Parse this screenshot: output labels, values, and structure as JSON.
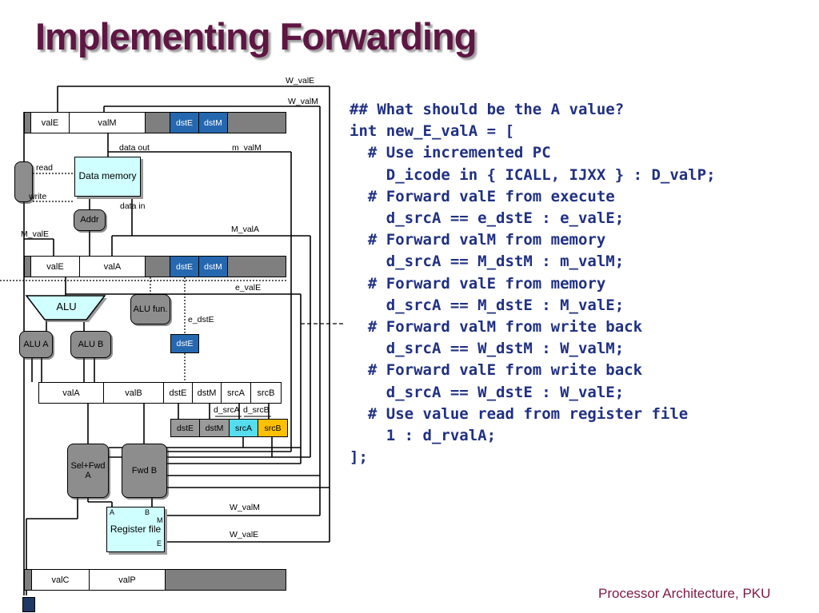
{
  "slide": {
    "title": "Implementing Forwarding",
    "footer": "Processor Architecture, PKU",
    "colors": {
      "title": "#5E1643",
      "footer": "#7D1A45",
      "code_text": "#203083",
      "pipeline_blue": "#2668B0",
      "row_gray": "#7F7F7F",
      "component_gray": "#8D8D8D",
      "memory_fill": "#CFFFFF",
      "srcA_fill": "#55DDEE",
      "srcB_fill": "#FFC000"
    }
  },
  "code": {
    "lines": [
      "## What should be the A value?",
      "int new_E_valA = [",
      "  # Use incremented PC",
      "    D_icode in { ICALL, IJXX } : D_valP;",
      "  # Forward valE from execute",
      "    d_srcA == e_dstE : e_valE;",
      "  # Forward valM from memory",
      "    d_srcA == M_dstM : m_valM;",
      "  # Forward valE from memory",
      "    d_srcA == M_dstE : M_valE;",
      "  # Forward valM from write back",
      "    d_srcA == W_dstM : W_valM;",
      "  # Forward valE from write back",
      "    d_srcA == W_dstE : W_valE;",
      "  # Use value read from register file",
      "    1 : d_rvalA;",
      "];"
    ]
  },
  "diagram": {
    "w_row": {
      "valE": "valE",
      "valM": "valM",
      "dstE": "dstE",
      "dstM": "dstM"
    },
    "m_row": {
      "valE": "valE",
      "valA": "valA",
      "dstE": "dstE",
      "dstM": "dstM"
    },
    "d_row": {
      "valA": "valA",
      "valB": "valB",
      "dstE": "dstE",
      "dstM": "dstM",
      "srcA": "srcA",
      "srcB": "srcB"
    },
    "decode_boxes": {
      "dstE": "dstE",
      "dstM": "dstM",
      "srcA": "srcA",
      "srcB": "srcB"
    },
    "f_row": {
      "valC": "valC",
      "valP": "valP"
    },
    "e_dstE_box": "dstE",
    "components": {
      "data_memory": "Data memory",
      "addr": "Addr",
      "alu": "ALU",
      "alu_fun": "ALU fun.",
      "alu_a": "ALU A",
      "alu_b": "ALU B",
      "sel_fwd_a": "Sel+Fwd A",
      "fwd_b": "Fwd B",
      "register_file": "Register file",
      "rf_ports": {
        "a": "A",
        "b": "B",
        "m": "M",
        "e": "E"
      }
    },
    "signals": {
      "w_valE_top": "W_valE",
      "w_valM_top": "W_valM",
      "data_out": "data out",
      "m_valM": "m_valM",
      "read": "read",
      "write": "write",
      "data_in": "data in",
      "M_valE": "M_valE",
      "M_valA": "M_valA",
      "e_valE": "e_valE",
      "e_dstE": "e_dstE",
      "d_srcA": "d_srcA",
      "d_srcB": "d_srcB",
      "w_valM_bottom": "W_valM",
      "w_valE_bottom": "W_valE"
    }
  }
}
